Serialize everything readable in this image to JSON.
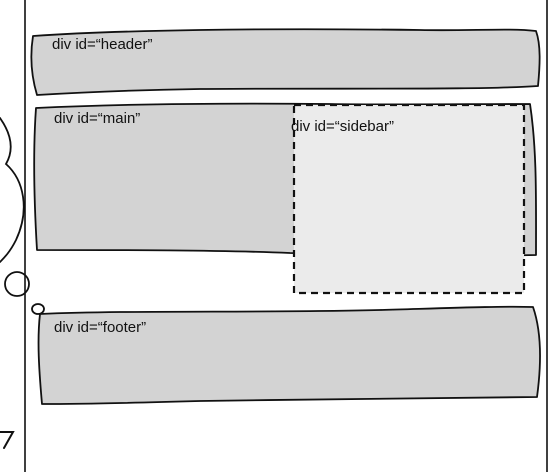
{
  "colors": {
    "box_fill": "#d3d3d3",
    "sidebar_fill": "#ebebeb",
    "ink": "#111111",
    "page": "#ffffff"
  },
  "labels": {
    "header": "div id=“header”",
    "main": "div id=“main”",
    "sidebar": "div id=“sidebar”",
    "footer": "div id=“footer”"
  }
}
